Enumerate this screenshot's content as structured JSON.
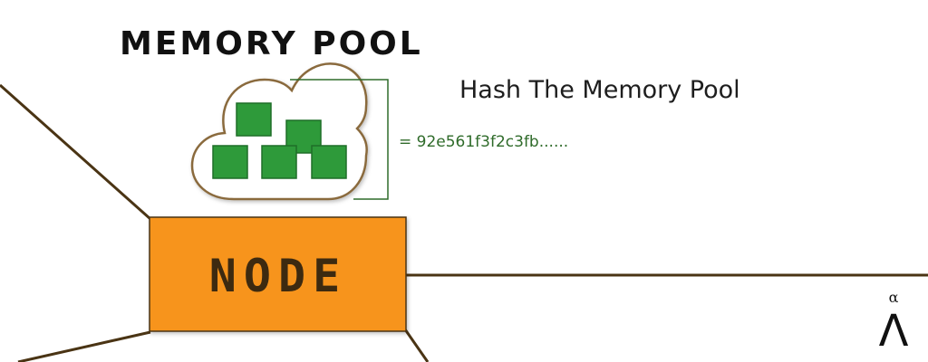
{
  "title": "MEMORY POOL",
  "heading": "Hash The Memory Pool",
  "hash_value": "= 92e561f3f2c3fb......",
  "node_label": "NODE",
  "logo": {
    "superscript": "α",
    "glyph": "Λ"
  },
  "colors": {
    "node_fill": "#f7941d",
    "node_text": "#3d2a10",
    "line": "#4a3414",
    "cloud_stroke": "#8a6a3d",
    "block_fill": "#2e9a3a",
    "block_stroke": "#1f6e28",
    "bracket": "#2f6b2a",
    "hash_text": "#2f6b2a"
  },
  "icons": {
    "cloud": "cloud-icon",
    "blocks": "transaction-block-icon",
    "logo": "lambda-logo-icon"
  }
}
